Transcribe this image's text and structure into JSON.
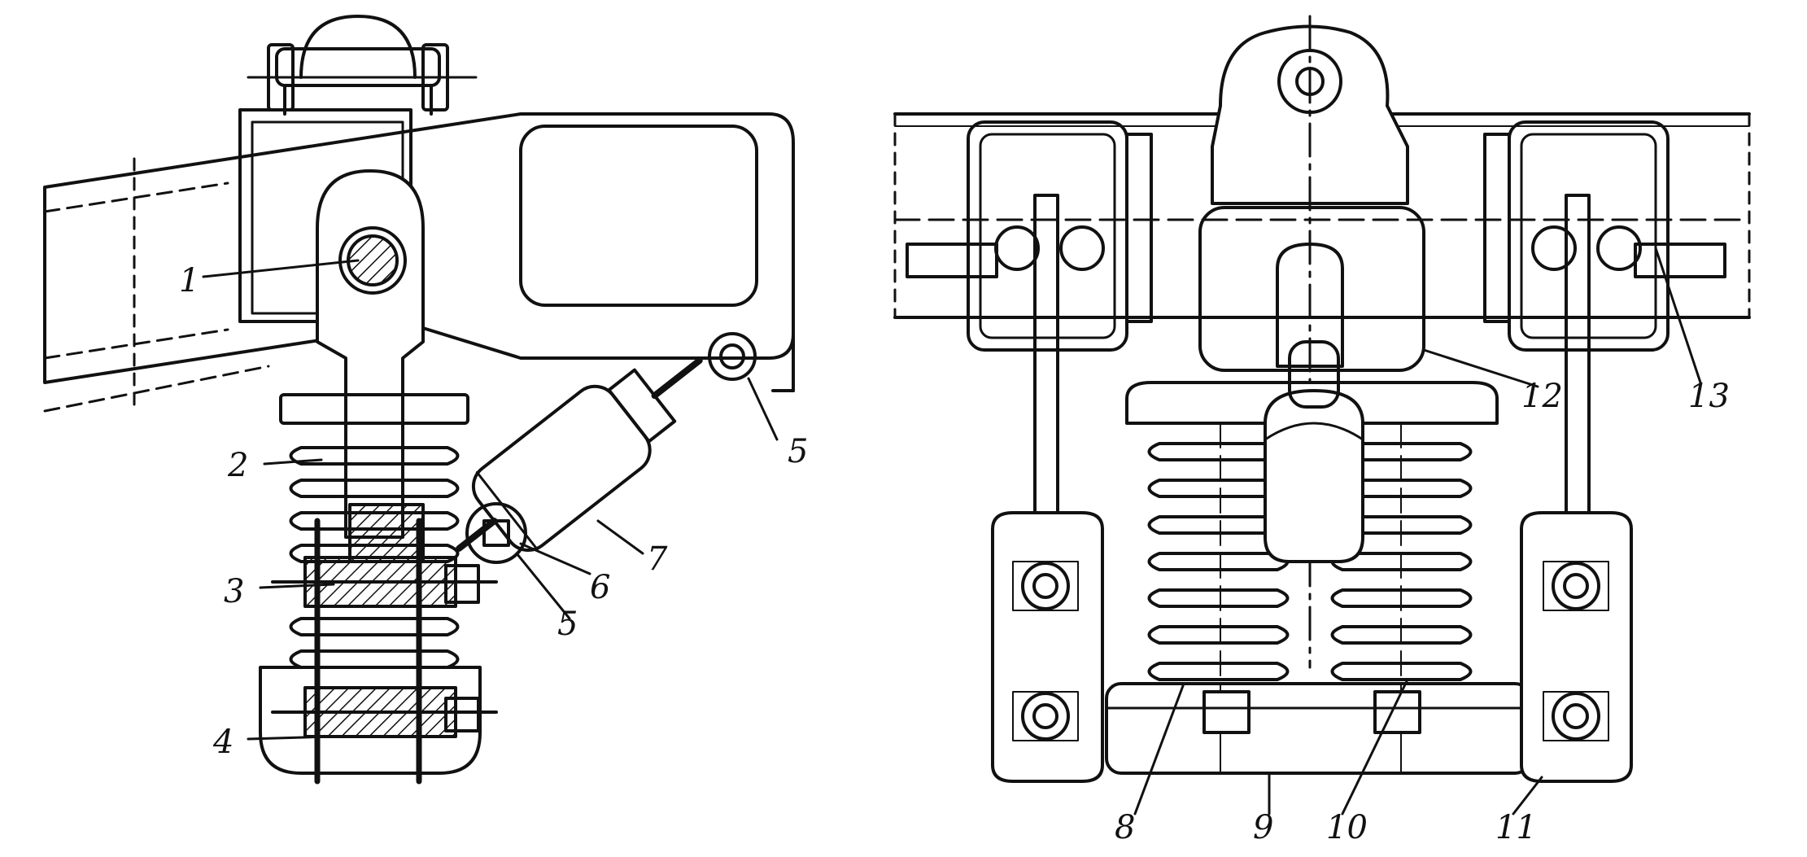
{
  "figure": {
    "left_view": {
      "callouts": [
        {
          "id": "c1",
          "text": "1"
        },
        {
          "id": "c2",
          "text": "2"
        },
        {
          "id": "c3",
          "text": "3"
        },
        {
          "id": "c4",
          "text": "4"
        },
        {
          "id": "c5a",
          "text": "5"
        },
        {
          "id": "c5b",
          "text": "5"
        },
        {
          "id": "c6",
          "text": "6"
        },
        {
          "id": "c7",
          "text": "7"
        }
      ]
    },
    "right_view": {
      "callouts": [
        {
          "id": "c8",
          "text": "8"
        },
        {
          "id": "c9",
          "text": "9"
        },
        {
          "id": "c10",
          "text": "10"
        },
        {
          "id": "c11",
          "text": "11"
        },
        {
          "id": "c12",
          "text": "12"
        },
        {
          "id": "c13",
          "text": "13"
        }
      ]
    }
  },
  "colors": {
    "ink": "#111111",
    "background": "#ffffff"
  }
}
